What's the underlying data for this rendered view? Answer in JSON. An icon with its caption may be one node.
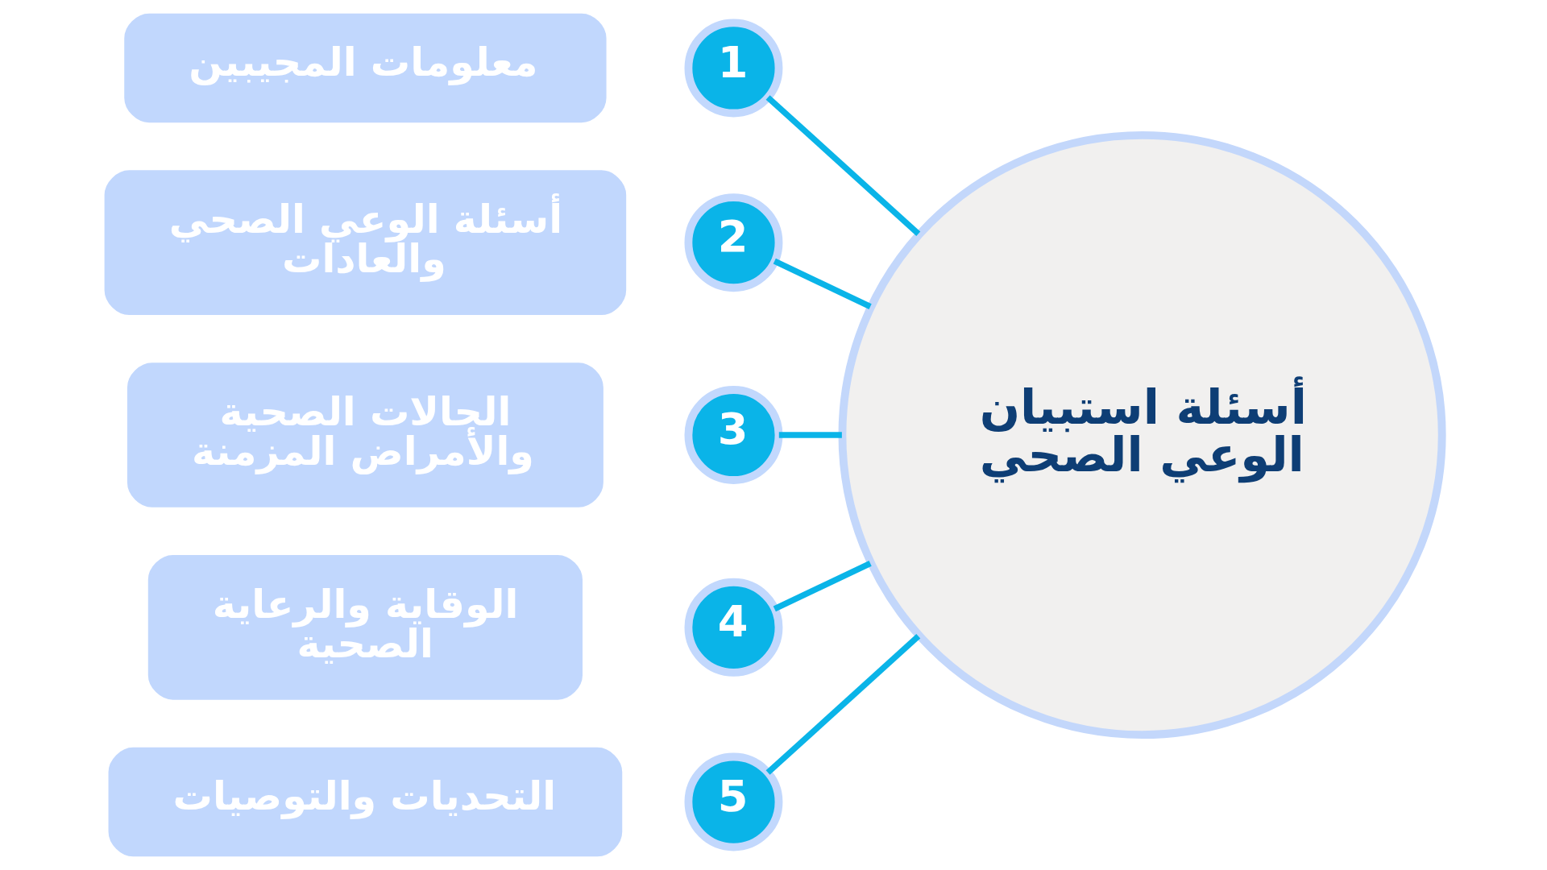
{
  "diagram": {
    "nodes": [
      {
        "text": [
          "أسئلة استبيان الوعي الصحي"
        ]
      },
      {
        "text": [
          "1"
        ]
      },
      {
        "text": [
          "معلومات المجيبين"
        ]
      },
      {
        "text": [
          "2"
        ]
      },
      {
        "text": [
          "أسئلة الوعي الصحي والعادات"
        ]
      },
      {
        "text": [
          "3"
        ]
      },
      {
        "text": [
          "الحالات الصحية والأمراض المزمنة"
        ]
      },
      {
        "text": [
          "4"
        ]
      },
      {
        "text": [
          "الوقاية والرعاية الصحية"
        ]
      },
      {
        "text": [
          "5"
        ]
      },
      {
        "text": [
          "التحديات والتوصيات"
        ]
      }
    ],
    "edges": [
      {
        "from": 0,
        "to": 1,
        "arrow": "none"
      },
      {
        "from": 0,
        "to": 3,
        "arrow": "none"
      },
      {
        "from": 0,
        "to": 5,
        "arrow": "none"
      },
      {
        "from": 0,
        "to": 7,
        "arrow": "none"
      },
      {
        "from": 0,
        "to": 9,
        "arrow": "none"
      }
    ]
  }
}
